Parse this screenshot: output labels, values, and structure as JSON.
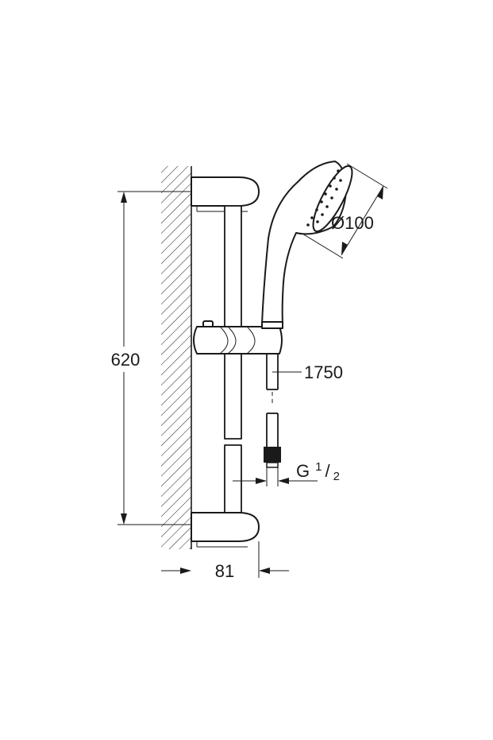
{
  "dimensions": {
    "height": "620",
    "wall_offset": "81",
    "spray_diameter": "Ø100",
    "hose_length": "1750",
    "thread": {
      "prefix": "G",
      "num": "1",
      "sep": "/",
      "den": "2"
    }
  },
  "colors": {
    "line": "#1a1a1a",
    "background": "#ffffff"
  }
}
